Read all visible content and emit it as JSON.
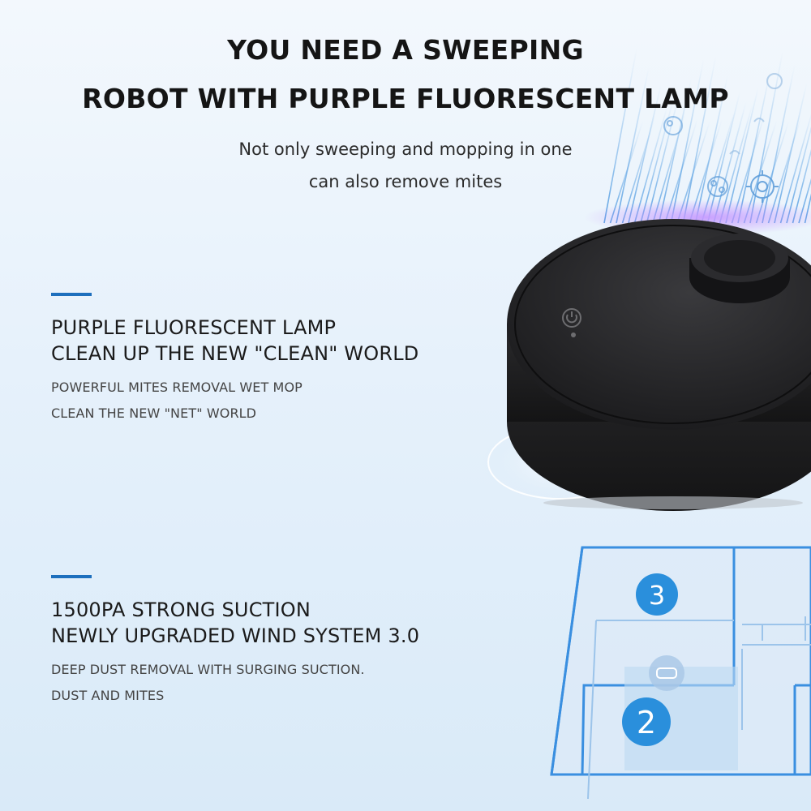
{
  "header": {
    "title_line1": "YOU NEED A SWEEPING",
    "title_line2": "ROBOT WITH PURPLE FLUORESCENT LAMP",
    "subtitle_line1": "Not only sweeping and mopping in one",
    "subtitle_line2": "can also remove mites"
  },
  "features": [
    {
      "title_line1": "PURPLE FLUORESCENT LAMP",
      "title_line2": "CLEAN UP THE NEW \"CLEAN\" WORLD",
      "desc_line1": "POWERFUL MITES REMOVAL WET MOP",
      "desc_line2": "CLEAN THE NEW \"NET\" WORLD"
    },
    {
      "title_line1": "1500PA STRONG SUCTION",
      "title_line2": "NEWLY UPGRADED WIND SYSTEM 3.0",
      "desc_line1": "DEEP DUST REMOVAL WITH SURGING SUCTION.",
      "desc_line2": "DUST AND MITES"
    }
  ],
  "map": {
    "room_a": "3",
    "room_b": "2"
  },
  "colors": {
    "accent": "#1d6fbd",
    "map_line": "#3a8fe0",
    "badge": "#2a8fdc",
    "robot": "#1c1c1e",
    "purple_glow": "#b98cf5"
  },
  "icons": [
    "power-icon",
    "robot-icon",
    "mite-icon"
  ]
}
